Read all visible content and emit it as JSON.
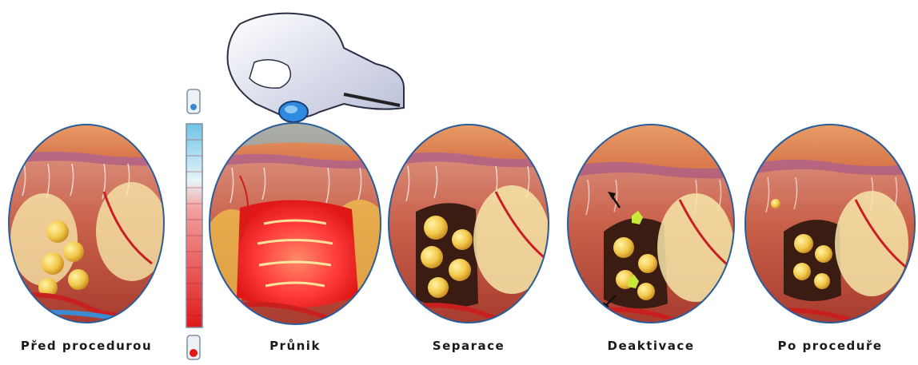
{
  "stages": [
    {
      "label": "Před procedurou"
    },
    {
      "label": "Průnik"
    },
    {
      "label": "Separace"
    },
    {
      "label": "Deaktivace"
    },
    {
      "label": "Po proceduře"
    }
  ],
  "colors": {
    "skin": "#e9a16a",
    "epidermis": "#c5583a",
    "tissue": "#c9614a",
    "fat": "#f2c84a",
    "fat_shell": "#f6e6a8",
    "vessel": "#c8201f",
    "vein": "#3a8bd0",
    "heat": "#ff3b3b",
    "cold": "#6ec3e8",
    "outline": "#2a5d9a"
  },
  "icons": {
    "applicator": "cryo-applicator-icon",
    "thermometer_cold": "thermometer-cold-icon",
    "thermometer_hot": "thermometer-hot-icon"
  }
}
